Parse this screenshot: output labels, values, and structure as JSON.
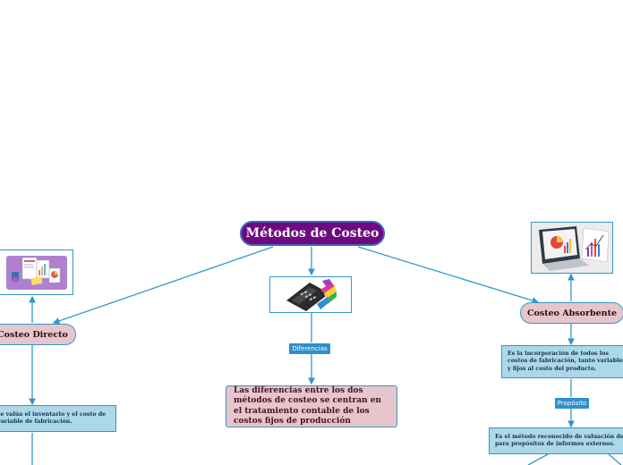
{
  "map": {
    "root": {
      "label": "Métodos de Costeo"
    },
    "left": {
      "label": "Costeo Directo",
      "image_icon": "documents-chart-icon",
      "description": "Es la operación que valúa el inventario y el costo de ventas a su costo variable de fabricación."
    },
    "center": {
      "image_icon": "calculator-icon",
      "connector_label": "Diferencias",
      "description": "Las diferencias entre los dos métodos de costeo se centran en el tratamiento contable de los costos fijos de producción"
    },
    "right": {
      "label": "Costeo Absorbente",
      "image_icon": "laptop-charts-icon",
      "description": "Es la incorporación de todos los costos de fabricación, tanto variables y fijos al costo del producto.",
      "connector_label": "Propósito",
      "purpose": "Es el método reconocido de valuación de inventarios para propósitos de informes externos."
    }
  },
  "colors": {
    "root_fill": "#6e0a80",
    "root_border": "#3b66c2",
    "pill_fill": "#e6c6cc",
    "box_fill": "#abd9ea",
    "connector": "#3596c8",
    "label_fill": "#2f8fcd"
  }
}
